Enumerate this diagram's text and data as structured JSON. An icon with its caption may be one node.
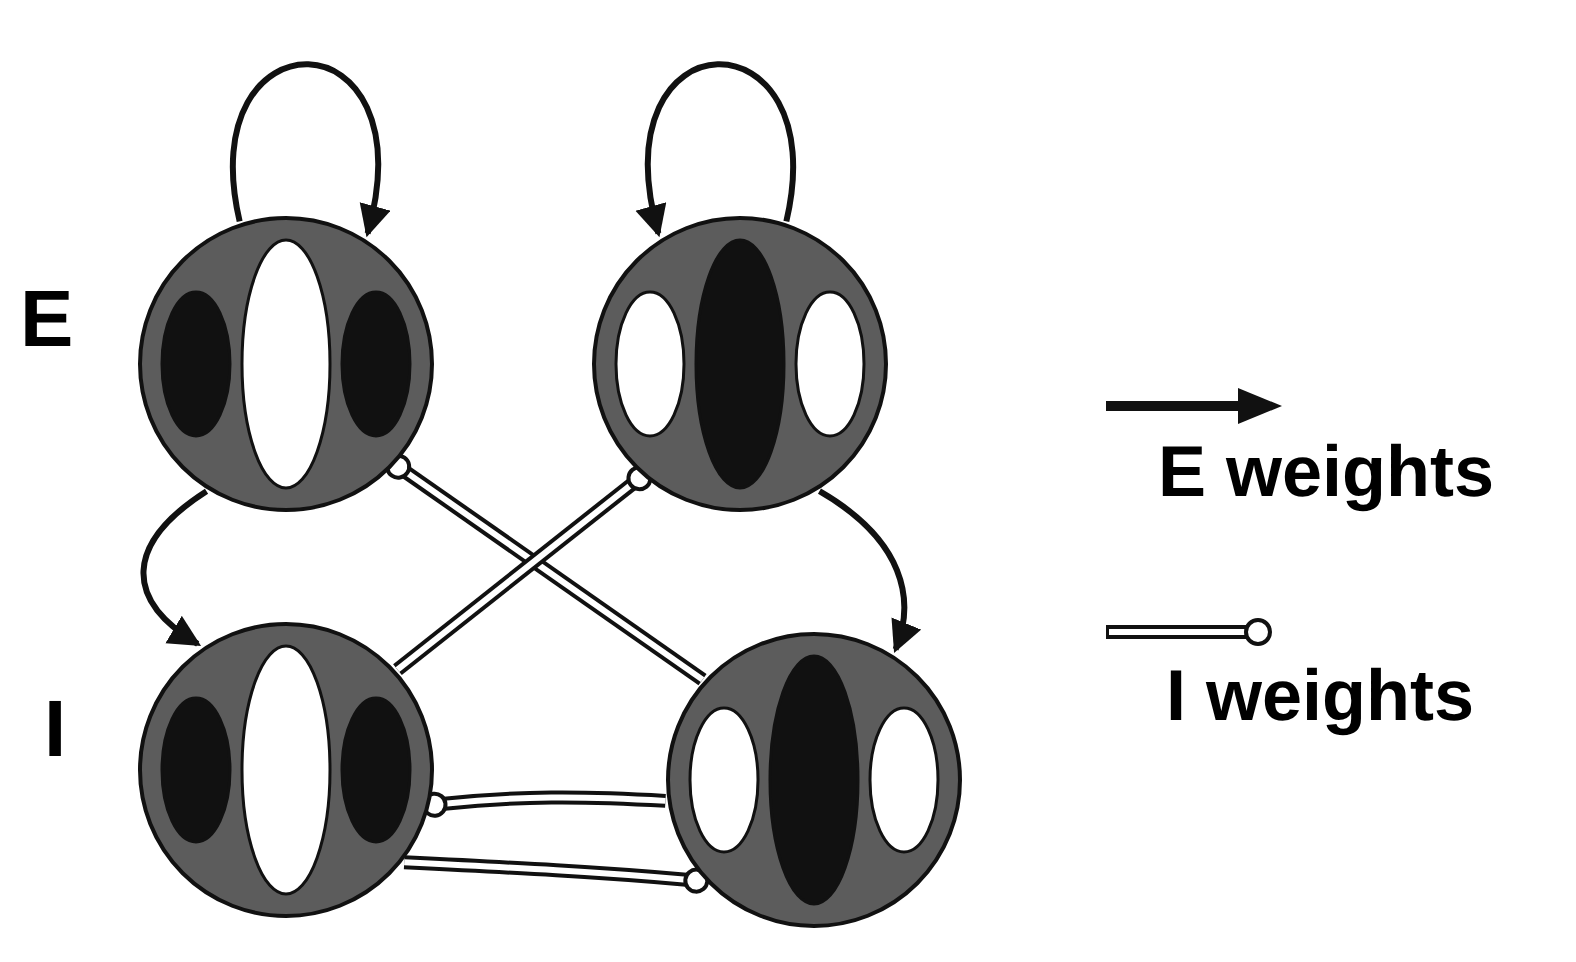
{
  "diagram": {
    "nodes": [
      {
        "text": [],
        "shape": "circle"
      },
      {
        "text": [],
        "shape": "circle"
      },
      {
        "text": [],
        "shape": "circle"
      },
      {
        "text": [],
        "shape": "circle"
      }
    ],
    "edges": [
      {
        "from": 0,
        "to": 0,
        "arrow": "to"
      },
      {
        "from": 1,
        "to": 1,
        "arrow": "to"
      },
      {
        "from": 0,
        "to": 2,
        "arrow": "to"
      },
      {
        "from": 1,
        "to": 3,
        "arrow": "to"
      },
      {
        "from": 3,
        "to": 0,
        "arrow": "other",
        "style": "thick"
      },
      {
        "from": 2,
        "to": 1,
        "arrow": "other",
        "style": "thick"
      },
      {
        "from": 3,
        "to": 2,
        "arrow": "other",
        "style": "thick"
      },
      {
        "from": 2,
        "to": 3,
        "arrow": "other",
        "style": "thick"
      }
    ],
    "labels": [
      "E",
      "I"
    ],
    "legend": [
      {
        "text": "E weights"
      },
      {
        "text": "I weights"
      }
    ]
  }
}
